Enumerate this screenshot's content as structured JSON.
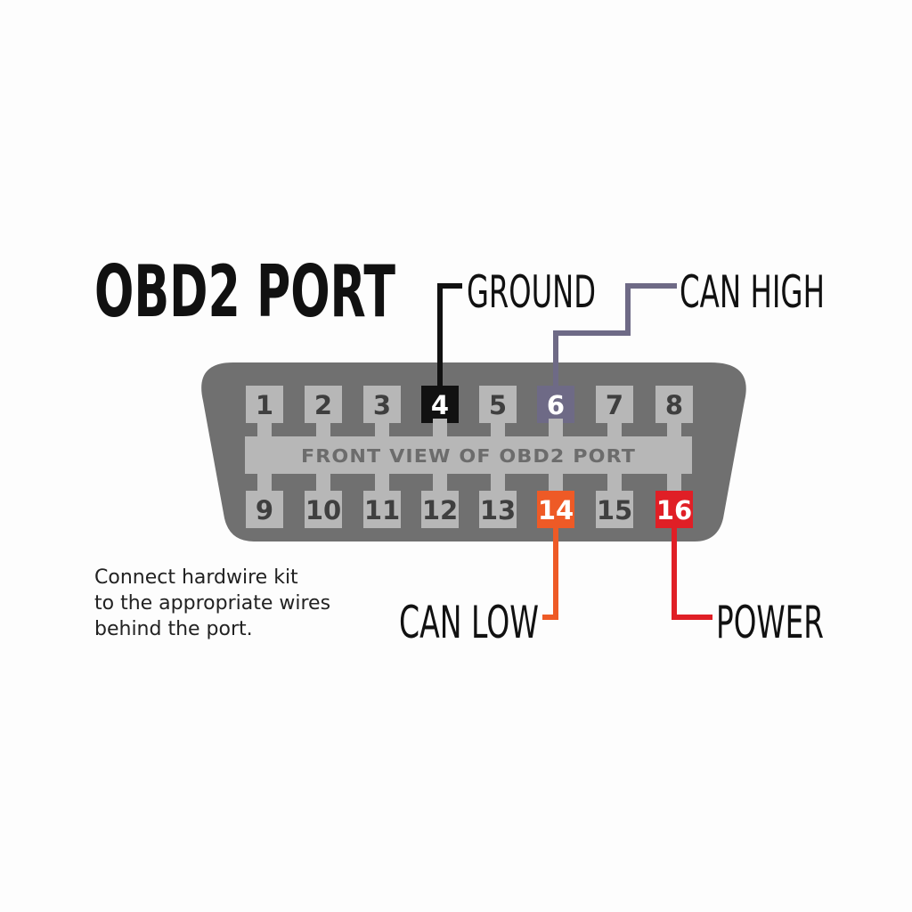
{
  "title": "OBD2 PORT",
  "connector_label": "FRONT VIEW OF OBD2 PORT",
  "callouts": {
    "ground": "GROUND",
    "can_high": "CAN HIGH",
    "can_low": "CAN LOW",
    "power": "POWER"
  },
  "pins_top": [
    "1",
    "2",
    "3",
    "4",
    "5",
    "6",
    "7",
    "8"
  ],
  "pins_bottom": [
    "9",
    "10",
    "11",
    "12",
    "13",
    "14",
    "15",
    "16"
  ],
  "note": {
    "line1": "Connect hardwire kit",
    "line2": "to the appropriate wires",
    "line3": "behind the port."
  },
  "colors": {
    "connector_body": "#707070",
    "pin_slot": "#b7b7b7",
    "ground": "#111111",
    "can_high": "#6e6a86",
    "can_low": "#ee5a26",
    "power": "#e01f26",
    "text": "#111111"
  }
}
